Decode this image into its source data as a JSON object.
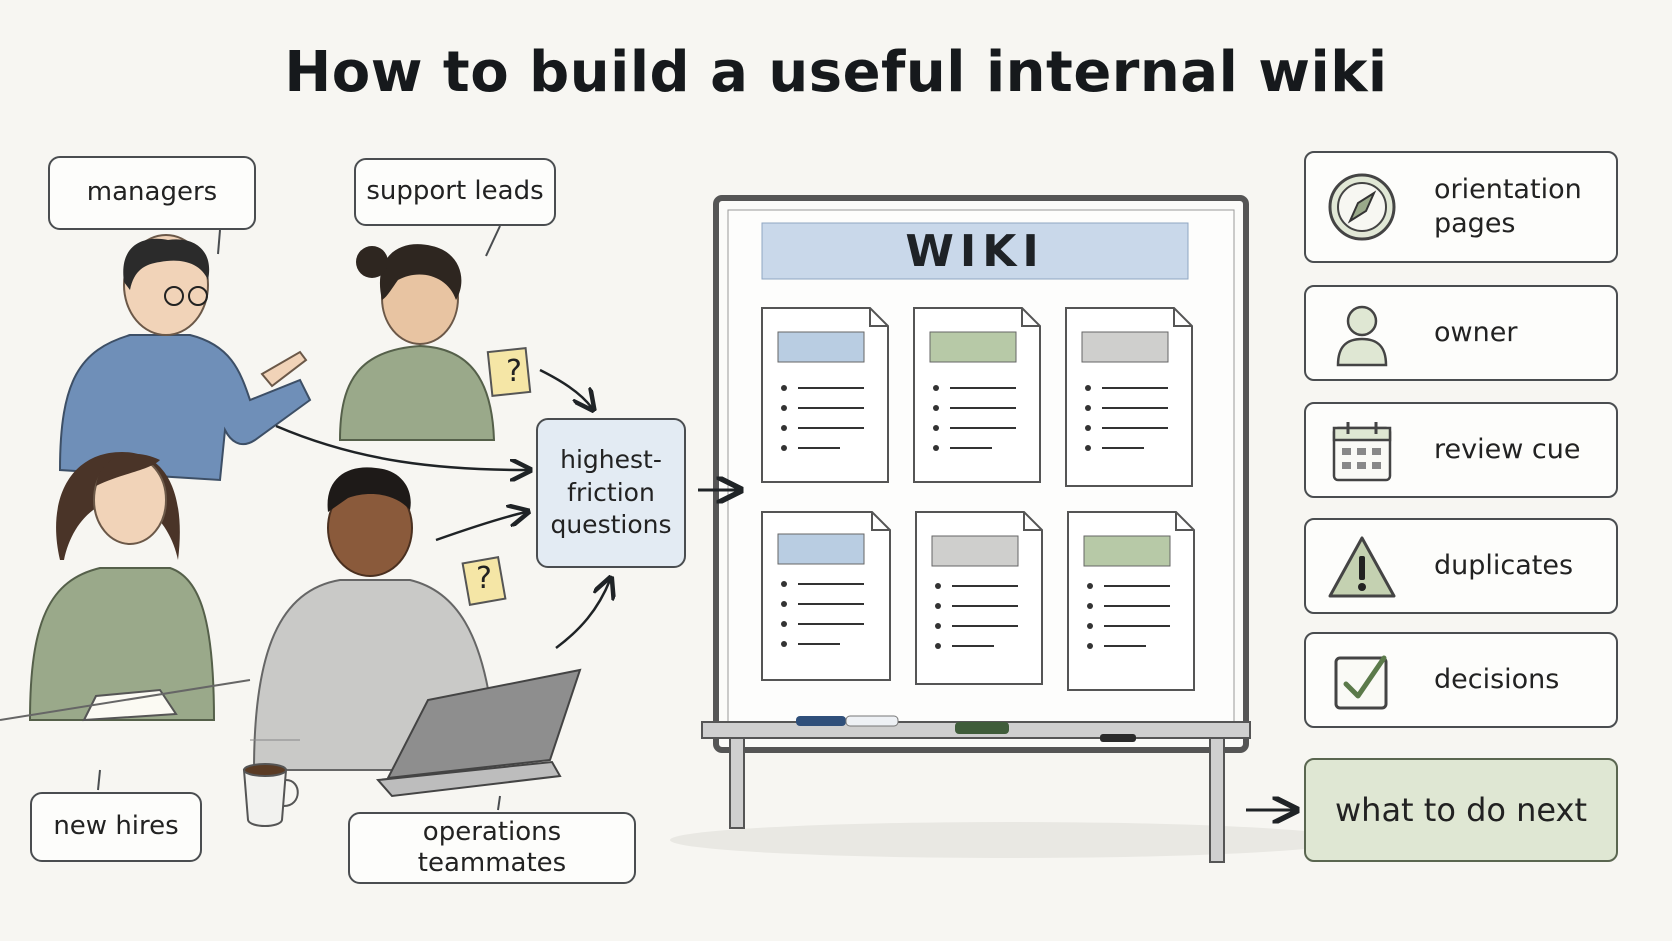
{
  "title": "How to build a useful internal wiki",
  "audiences": {
    "managers": "managers",
    "support_leads": "support leads",
    "new_hires": "new hires",
    "operations": "operations teammates"
  },
  "hub": "highest-friction questions",
  "question_mark": "?",
  "board": {
    "label": "WIKI"
  },
  "outcomes": [
    {
      "label": "orientation pages",
      "icon": "compass-icon"
    },
    {
      "label": "owner",
      "icon": "person-icon"
    },
    {
      "label": "review cue",
      "icon": "calendar-icon"
    },
    {
      "label": "duplicates",
      "icon": "warning-icon"
    },
    {
      "label": "decisions",
      "icon": "checkbox-icon"
    }
  ],
  "next_step": "what to do next",
  "colors": {
    "background": "#f7f6f2",
    "hub_fill": "#e3ebf3",
    "wiki_banner": "#c9d8ea",
    "tab_blue": "#b9cde2",
    "tab_green": "#b7c9a7",
    "tab_gray": "#cfcfcd",
    "next_fill": "#dfe7d3"
  }
}
